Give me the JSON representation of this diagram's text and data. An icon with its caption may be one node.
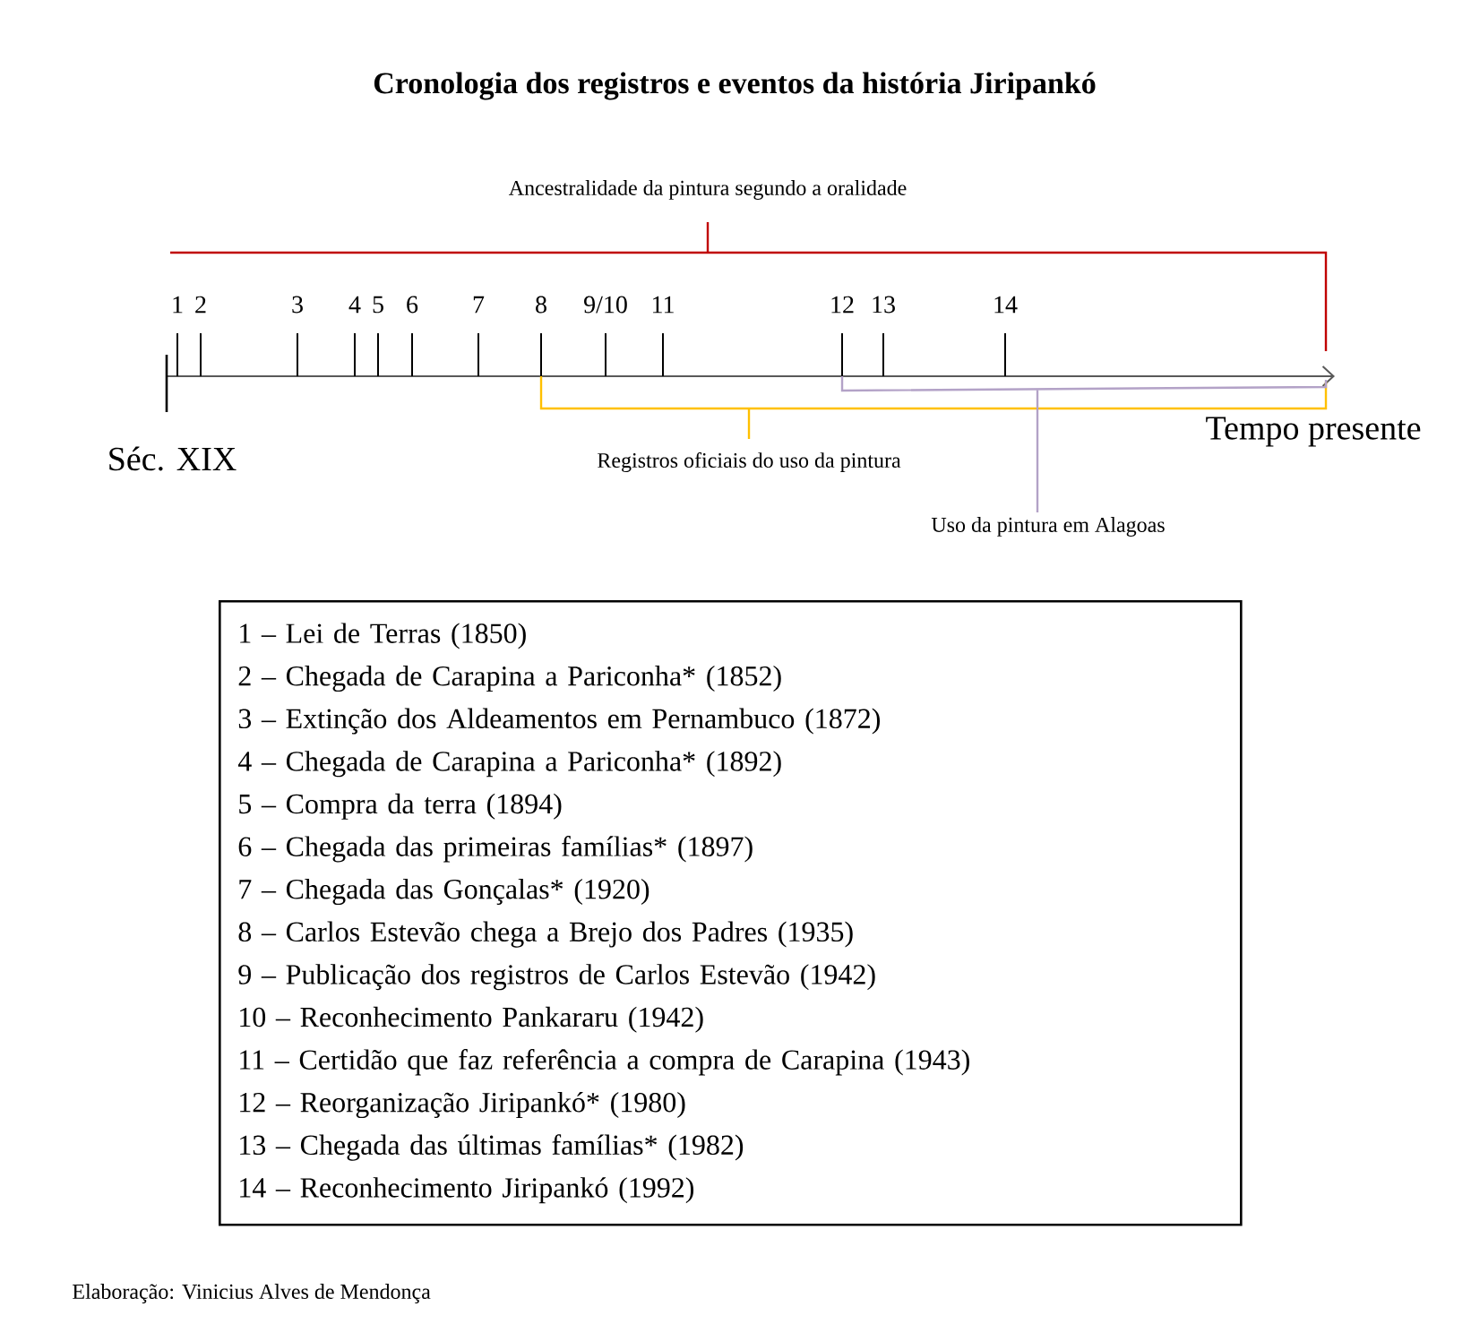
{
  "diagram": {
    "title": "Cronologia dos registros e eventos da história Jiripankó",
    "caption": "Elaboração: Vinicius Alves de Mendonça",
    "nodes": [
      {
        "text": [
          "1 – Lei de Terras (1850)",
          "2 – Chegada de Carapina a Pariconha* (1852)",
          "3 – Extinção dos Aldeamentos em Pernambuco (1872)",
          "4 – Chegada de Carapina a Pariconha* (1892)",
          "5 – Compra da terra (1894)",
          "6 – Chegada das primeiras famílias* (1897)",
          "7 – Chegada das Gonçalas* (1920)",
          "8 – Carlos Estevão chega a Brejo dos Padres (1935)",
          "9 – Publicação dos registros de Carlos Estevão (1942)",
          "10 – Reconhecimento Pankararu (1942)",
          "11 – Certidão que faz referência a compra de Carapina (1943)",
          "12 – Reorganização Jiripankó* (1980)",
          "13 – Chegada das últimas famílias* (1982)",
          "14 – Reconhecimento Jiripankó (1992)"
        ]
      }
    ],
    "labels": [
      "Ancestralidade da pintura segundo a oralidade",
      "1",
      "2",
      "3",
      "4",
      "5",
      "6",
      "7",
      "8",
      "9/10",
      "11",
      "12",
      "13",
      "14",
      "Séc. XIX",
      "Tempo presente",
      "Registros oficiais do uso da pintura",
      "Uso da pintura em Alagoas"
    ]
  }
}
